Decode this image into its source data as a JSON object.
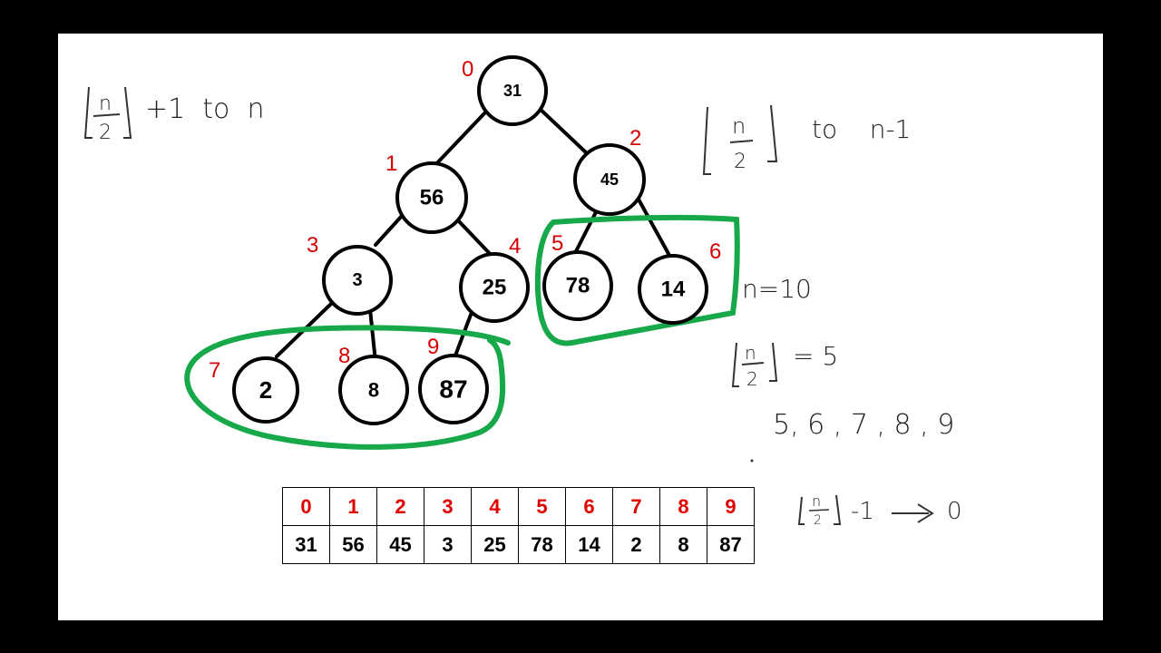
{
  "annotations": {
    "top_left": {
      "bracket_num": "n",
      "bracket_den": "2",
      "rest": "+1  to  n"
    },
    "top_right": {
      "bracket_num": "n",
      "bracket_den": "2",
      "rest": "to    n-1"
    },
    "n_equals": "n=10",
    "floor_eq": {
      "bracket_num": "n",
      "bracket_den": "2",
      "rest": "= 5"
    },
    "leaf_indices": "5, 6 , 7 , 8 , 9",
    "bottom": {
      "bracket_num": "n",
      "bracket_den": "2",
      "rest": "-1",
      "end": "0"
    }
  },
  "tree": {
    "nodes": [
      {
        "index": "0",
        "value": "31"
      },
      {
        "index": "1",
        "value": "56"
      },
      {
        "index": "2",
        "value": "45"
      },
      {
        "index": "3",
        "value": "3"
      },
      {
        "index": "4",
        "value": "25"
      },
      {
        "index": "5",
        "value": "78"
      },
      {
        "index": "6",
        "value": "14"
      },
      {
        "index": "7",
        "value": "2"
      },
      {
        "index": "8",
        "value": "8"
      },
      {
        "index": "9",
        "value": "87"
      }
    ]
  },
  "array": {
    "indices": [
      "0",
      "1",
      "2",
      "3",
      "4",
      "5",
      "6",
      "7",
      "8",
      "9"
    ],
    "values": [
      "31",
      "56",
      "45",
      "3",
      "25",
      "78",
      "14",
      "2",
      "8",
      "87"
    ]
  },
  "colors": {
    "highlight": "#17a84a",
    "index_red": "#e00000",
    "ink": "#000000",
    "board": "#ffffff"
  }
}
